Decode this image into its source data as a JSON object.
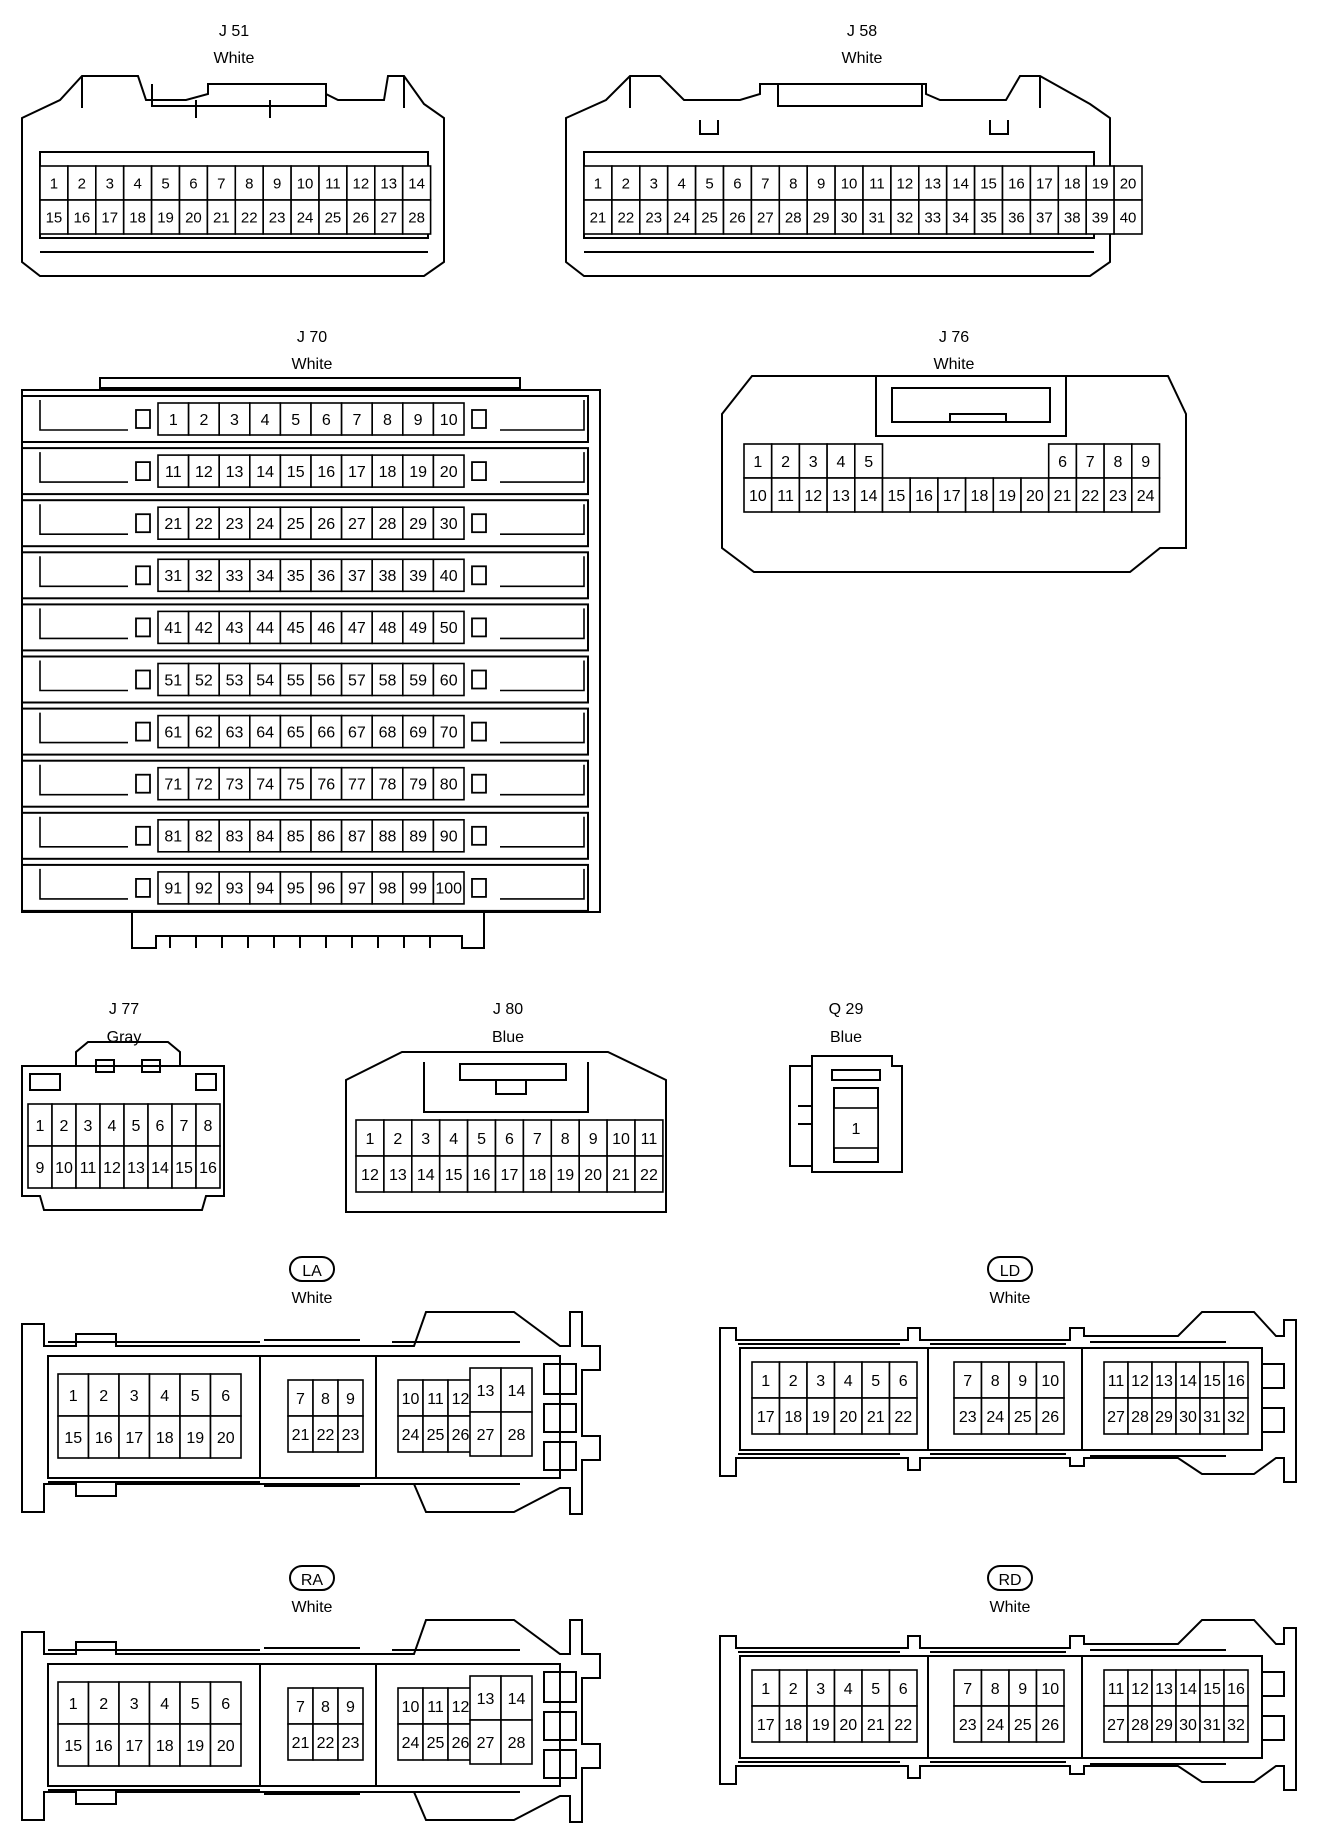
{
  "connectors": [
    {
      "id": "j51",
      "name": "J 51",
      "color": "White",
      "rows": [
        [
          "1",
          "2",
          "3",
          "4",
          "5",
          "6",
          "7",
          "8",
          "9",
          "10",
          "11",
          "12",
          "13",
          "14"
        ],
        [
          "15",
          "16",
          "17",
          "18",
          "19",
          "20",
          "21",
          "22",
          "23",
          "24",
          "25",
          "26",
          "27",
          "28"
        ]
      ]
    },
    {
      "id": "j58",
      "name": "J 58",
      "color": "White",
      "rows": [
        [
          "1",
          "2",
          "3",
          "4",
          "5",
          "6",
          "7",
          "8",
          "9",
          "10",
          "11",
          "12",
          "13",
          "14",
          "15",
          "16",
          "17",
          "18",
          "19",
          "20"
        ],
        [
          "21",
          "22",
          "23",
          "24",
          "25",
          "26",
          "27",
          "28",
          "29",
          "30",
          "31",
          "32",
          "33",
          "34",
          "35",
          "36",
          "37",
          "38",
          "39",
          "40"
        ]
      ]
    },
    {
      "id": "j70",
      "name": "J 70",
      "color": "White",
      "rows": [
        [
          "1",
          "2",
          "3",
          "4",
          "5",
          "6",
          "7",
          "8",
          "9",
          "10"
        ],
        [
          "11",
          "12",
          "13",
          "14",
          "15",
          "16",
          "17",
          "18",
          "19",
          "20"
        ],
        [
          "21",
          "22",
          "23",
          "24",
          "25",
          "26",
          "27",
          "28",
          "29",
          "30"
        ],
        [
          "31",
          "32",
          "33",
          "34",
          "35",
          "36",
          "37",
          "38",
          "39",
          "40"
        ],
        [
          "41",
          "42",
          "43",
          "44",
          "45",
          "46",
          "47",
          "48",
          "49",
          "50"
        ],
        [
          "51",
          "52",
          "53",
          "54",
          "55",
          "56",
          "57",
          "58",
          "59",
          "60"
        ],
        [
          "61",
          "62",
          "63",
          "64",
          "65",
          "66",
          "67",
          "68",
          "69",
          "70"
        ],
        [
          "71",
          "72",
          "73",
          "74",
          "75",
          "76",
          "77",
          "78",
          "79",
          "80"
        ],
        [
          "81",
          "82",
          "83",
          "84",
          "85",
          "86",
          "87",
          "88",
          "89",
          "90"
        ],
        [
          "91",
          "92",
          "93",
          "94",
          "95",
          "96",
          "97",
          "98",
          "99",
          "100"
        ]
      ]
    },
    {
      "id": "j76",
      "name": "J 76",
      "color": "White",
      "rows": [
        [
          "1",
          "2",
          "3",
          "4",
          "5",
          "6",
          "7",
          "8",
          "9"
        ],
        [
          "10",
          "11",
          "12",
          "13",
          "14",
          "15",
          "16",
          "17",
          "18",
          "19",
          "20",
          "21",
          "22",
          "23",
          "24"
        ]
      ]
    },
    {
      "id": "j77",
      "name": "J 77",
      "color": "Gray",
      "rows": [
        [
          "1",
          "2",
          "3",
          "4",
          "5",
          "6",
          "7",
          "8"
        ],
        [
          "9",
          "10",
          "11",
          "12",
          "13",
          "14",
          "15",
          "16"
        ]
      ]
    },
    {
      "id": "j80",
      "name": "J 80",
      "color": "Blue",
      "rows": [
        [
          "1",
          "2",
          "3",
          "4",
          "5",
          "6",
          "7",
          "8",
          "9",
          "10",
          "11"
        ],
        [
          "12",
          "13",
          "14",
          "15",
          "16",
          "17",
          "18",
          "19",
          "20",
          "21",
          "22"
        ]
      ]
    },
    {
      "id": "q29",
      "name": "Q 29",
      "color": "Blue",
      "rows": [
        [
          "1"
        ]
      ]
    },
    {
      "id": "la",
      "name": "LA",
      "color": "White",
      "groups": [
        [
          [
            "1",
            "2",
            "3",
            "4",
            "5",
            "6"
          ],
          [
            "15",
            "16",
            "17",
            "18",
            "19",
            "20"
          ]
        ],
        [
          [
            "7",
            "8",
            "9"
          ],
          [
            "21",
            "22",
            "23"
          ]
        ],
        [
          [
            "10",
            "11",
            "12"
          ],
          [
            "24",
            "25",
            "26"
          ]
        ],
        [
          [
            "13",
            "14"
          ],
          [
            "27",
            "28"
          ]
        ]
      ]
    },
    {
      "id": "ld",
      "name": "LD",
      "color": "White",
      "groups": [
        [
          [
            "1",
            "2",
            "3",
            "4",
            "5",
            "6"
          ],
          [
            "17",
            "18",
            "19",
            "20",
            "21",
            "22"
          ]
        ],
        [
          [
            "7",
            "8",
            "9",
            "10"
          ],
          [
            "23",
            "24",
            "25",
            "26"
          ]
        ],
        [
          [
            "11",
            "12",
            "13",
            "14",
            "15",
            "16"
          ],
          [
            "27",
            "28",
            "29",
            "30",
            "31",
            "32"
          ]
        ]
      ]
    },
    {
      "id": "ra",
      "name": "RA",
      "color": "White",
      "groups": [
        [
          [
            "1",
            "2",
            "3",
            "4",
            "5",
            "6"
          ],
          [
            "15",
            "16",
            "17",
            "18",
            "19",
            "20"
          ]
        ],
        [
          [
            "7",
            "8",
            "9"
          ],
          [
            "21",
            "22",
            "23"
          ]
        ],
        [
          [
            "10",
            "11",
            "12"
          ],
          [
            "24",
            "25",
            "26"
          ]
        ],
        [
          [
            "13",
            "14"
          ],
          [
            "27",
            "28"
          ]
        ]
      ]
    },
    {
      "id": "rd",
      "name": "RD",
      "color": "White",
      "groups": [
        [
          [
            "1",
            "2",
            "3",
            "4",
            "5",
            "6"
          ],
          [
            "17",
            "18",
            "19",
            "20",
            "21",
            "22"
          ]
        ],
        [
          [
            "7",
            "8",
            "9",
            "10"
          ],
          [
            "23",
            "24",
            "25",
            "26"
          ]
        ],
        [
          [
            "11",
            "12",
            "13",
            "14",
            "15",
            "16"
          ],
          [
            "27",
            "28",
            "29",
            "30",
            "31",
            "32"
          ]
        ]
      ]
    }
  ]
}
